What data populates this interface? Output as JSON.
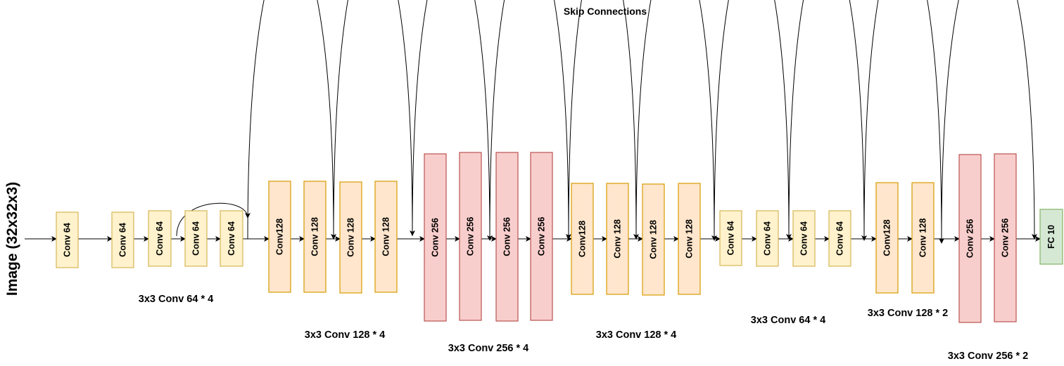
{
  "title": "Skip Connections",
  "input_label": "Image (32x32x3)",
  "colors": {
    "yellow_fill": "#fff2cc",
    "yellow_stroke": "#d6b656",
    "orange_fill": "#ffe6cc",
    "orange_stroke": "#d79b00",
    "red_fill": "#f8cecc",
    "red_stroke": "#b85450",
    "green_fill": "#d5e8d4",
    "green_stroke": "#82b366"
  },
  "blocks": [
    {
      "label": "Conv 64",
      "color": "yellow"
    },
    {
      "label": "Conv 64",
      "color": "yellow"
    },
    {
      "label": "Conv 64",
      "color": "yellow"
    },
    {
      "label": "Conv 64",
      "color": "yellow"
    },
    {
      "label": "Conv 64",
      "color": "yellow"
    },
    {
      "label": "Conv128",
      "color": "orange"
    },
    {
      "label": "Conv 128",
      "color": "orange"
    },
    {
      "label": "Conv 128",
      "color": "orange"
    },
    {
      "label": "Conv 128",
      "color": "orange"
    },
    {
      "label": "Conv 256",
      "color": "red"
    },
    {
      "label": "Conv 256",
      "color": "red"
    },
    {
      "label": "Conv 256",
      "color": "red"
    },
    {
      "label": "Conv 256",
      "color": "red"
    },
    {
      "label": "Conv128",
      "color": "orange"
    },
    {
      "label": "Conv 128",
      "color": "orange"
    },
    {
      "label": "Conv 128",
      "color": "orange"
    },
    {
      "label": "Conv 128",
      "color": "orange"
    },
    {
      "label": "Conv 64",
      "color": "yellow"
    },
    {
      "label": "Conv 64",
      "color": "yellow"
    },
    {
      "label": "Conv 64",
      "color": "yellow"
    },
    {
      "label": "Conv 64",
      "color": "yellow"
    },
    {
      "label": "Conv128",
      "color": "orange"
    },
    {
      "label": "Conv 128",
      "color": "orange"
    },
    {
      "label": "Conv 256",
      "color": "red"
    },
    {
      "label": "Conv 256",
      "color": "red"
    },
    {
      "label": "FC 10",
      "color": "green"
    }
  ],
  "groups": [
    {
      "label": "3x3 Conv 64 * 4"
    },
    {
      "label": "3x3 Conv 128 * 4"
    },
    {
      "label": "3x3 Conv 256 * 4"
    },
    {
      "label": "3x3 Conv 128 * 4"
    },
    {
      "label": "3x3 Conv 64 * 4"
    },
    {
      "label": "3x3 Conv 128 * 2"
    },
    {
      "label": "3x3 Conv 256 * 2"
    }
  ]
}
